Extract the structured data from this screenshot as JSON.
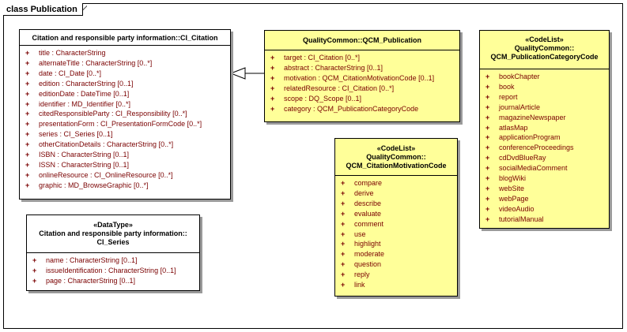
{
  "frame": {
    "label": "class Publication"
  },
  "ci_citation": {
    "name_lines": [
      "Citation and responsible party information::CI_Citation"
    ],
    "attributes": [
      "title : CharacterString",
      "alternateTitle : CharacterString [0..*]",
      "date : CI_Date [0..*]",
      "edition : CharacterString [0..1]",
      "editionDate : DateTime [0..1]",
      "identifier : MD_Identifier [0..*]",
      "citedResponsibleParty : CI_Responsibility [0..*]",
      "presentationForm : CI_PresentationFormCode [0..*]",
      "series : CI_Series [0..1]",
      "otherCitationDetails : CharacterString [0..*]",
      "ISBN : CharacterString [0..1]",
      "ISSN : CharacterString [0..1]",
      "onlineResource : CI_OnlineResource [0..*]",
      "graphic : MD_BrowseGraphic [0..*]"
    ]
  },
  "ci_series": {
    "name_lines": [
      "«DataType»",
      "Citation and responsible party information::",
      "CI_Series"
    ],
    "attributes": [
      "name : CharacterString [0..1]",
      "issueIdentification : CharacterString [0..1]",
      "page : CharacterString [0..1]"
    ]
  },
  "qcm_publication": {
    "name_lines": [
      "QualityCommon::QCM_Publication"
    ],
    "attributes": [
      "target : CI_Citation [0..*]",
      "abstract : CharacterString [0..1]",
      "motivation : QCM_CitationMotivationCode [0..1]",
      "relatedResource : CI_Citation [0..*]",
      "scope : DQ_Scope [0..1]",
      "category : QCM_PublicationCategoryCode"
    ]
  },
  "qcm_motivation": {
    "name_lines": [
      "«CodeList»",
      "QualityCommon::",
      "QCM_CitationMotivationCode"
    ],
    "attributes": [
      "compare",
      "derive",
      "describe",
      "evaluate",
      "comment",
      "use",
      "highlight",
      "moderate",
      "question",
      "reply",
      "link"
    ]
  },
  "qcm_category": {
    "name_lines": [
      "«CodeList»",
      "QualityCommon::",
      "QCM_PublicationCategoryCode"
    ],
    "attributes": [
      "bookChapter",
      "book",
      "report",
      "journalArticle",
      "magazineNewspaper",
      "atlasMap",
      "applicationProgram",
      "conferenceProceedings",
      "cdDvdBlueRay",
      "socialMediaComment",
      "blogWiki",
      "webSite",
      "webPage",
      "videoAudio",
      "tutorialManual"
    ]
  },
  "visibility_symbol": "+"
}
